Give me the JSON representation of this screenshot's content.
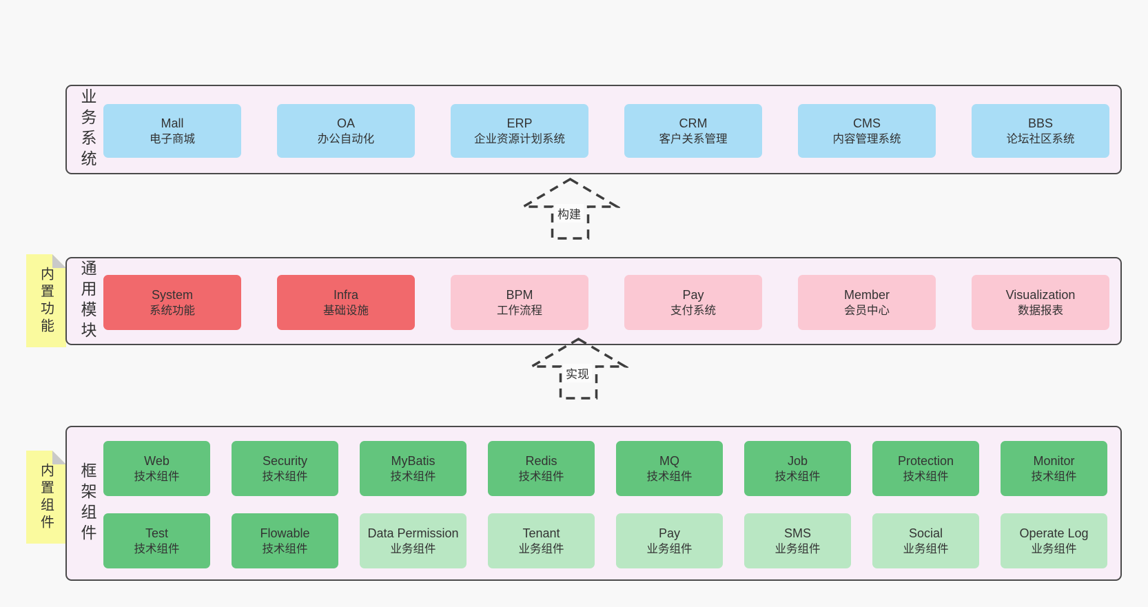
{
  "colors": {
    "page_bg": "#f8f8f8",
    "layer_bg": "#f9eef8",
    "layer_border": "#4a4a4a",
    "blue_box": "#a9ddf6",
    "red_box": "#f1696c",
    "pink_box": "#fbc8d3",
    "green_box": "#63c57d",
    "light_green_box": "#b9e7c3",
    "sticky_bg": "#fafa9e",
    "sticky_fold": "#c9c9c9",
    "text": "#333333"
  },
  "layers": {
    "business": {
      "label": "业务系统",
      "boxes": [
        {
          "title": "Mall",
          "subtitle": "电子商城"
        },
        {
          "title": "OA",
          "subtitle": "办公自动化"
        },
        {
          "title": "ERP",
          "subtitle": "企业资源计划系统"
        },
        {
          "title": "CRM",
          "subtitle": "客户关系管理"
        },
        {
          "title": "CMS",
          "subtitle": "内容管理系统"
        },
        {
          "title": "BBS",
          "subtitle": "论坛社区系统"
        }
      ]
    },
    "modules": {
      "label": "通用模块",
      "sticky": "内置功能",
      "boxes": [
        {
          "title": "System",
          "subtitle": "系统功能",
          "variant": "red"
        },
        {
          "title": "Infra",
          "subtitle": "基础设施",
          "variant": "red"
        },
        {
          "title": "BPM",
          "subtitle": "工作流程",
          "variant": "pink"
        },
        {
          "title": "Pay",
          "subtitle": "支付系统",
          "variant": "pink"
        },
        {
          "title": "Member",
          "subtitle": "会员中心",
          "variant": "pink"
        },
        {
          "title": "Visualization",
          "subtitle": "数据报表",
          "variant": "pink"
        }
      ]
    },
    "framework": {
      "label": "框架组件",
      "sticky": "内置组件",
      "row1": [
        {
          "title": "Web",
          "subtitle": "技术组件",
          "variant": "green"
        },
        {
          "title": "Security",
          "subtitle": "技术组件",
          "variant": "green"
        },
        {
          "title": "MyBatis",
          "subtitle": "技术组件",
          "variant": "green"
        },
        {
          "title": "Redis",
          "subtitle": "技术组件",
          "variant": "green"
        },
        {
          "title": "MQ",
          "subtitle": "技术组件",
          "variant": "green"
        },
        {
          "title": "Job",
          "subtitle": "技术组件",
          "variant": "green"
        },
        {
          "title": "Protection",
          "subtitle": "技术组件",
          "variant": "green"
        },
        {
          "title": "Monitor",
          "subtitle": "技术组件",
          "variant": "green"
        }
      ],
      "row2": [
        {
          "title": "Test",
          "subtitle": "技术组件",
          "variant": "green"
        },
        {
          "title": "Flowable",
          "subtitle": "技术组件",
          "variant": "green"
        },
        {
          "title": "Data Permission",
          "subtitle": "业务组件",
          "variant": "light-green"
        },
        {
          "title": "Tenant",
          "subtitle": "业务组件",
          "variant": "light-green"
        },
        {
          "title": "Pay",
          "subtitle": "业务组件",
          "variant": "light-green"
        },
        {
          "title": "SMS",
          "subtitle": "业务组件",
          "variant": "light-green"
        },
        {
          "title": "Social",
          "subtitle": "业务组件",
          "variant": "light-green"
        },
        {
          "title": "Operate Log",
          "subtitle": "业务组件",
          "variant": "light-green"
        }
      ]
    }
  },
  "arrows": [
    {
      "label": "构建"
    },
    {
      "label": "实现"
    }
  ]
}
